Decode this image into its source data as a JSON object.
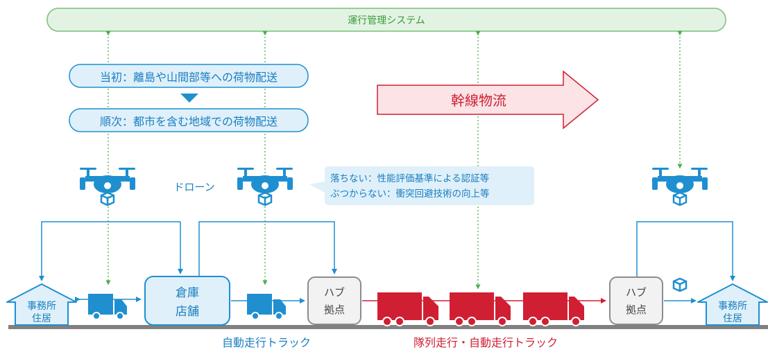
{
  "system": {
    "label": "運行管理システム"
  },
  "phases": {
    "initial": "当初：離島や山間部等への荷物配送",
    "next": "順次：都市を含む地域での荷物配送"
  },
  "trunk": {
    "label": "幹線物流"
  },
  "drone": {
    "label": "ドローン"
  },
  "safety": {
    "line1": "落ちない：性能評価基準による認証等",
    "line2": "ぶつからない：衝突回避技術の向上等"
  },
  "nodes": {
    "office_left": [
      "事務所",
      "住居"
    ],
    "warehouse": [
      "倉庫",
      "店舗"
    ],
    "hub_left": [
      "ハブ",
      "拠点"
    ],
    "hub_right": [
      "ハブ",
      "拠点"
    ],
    "office_right": [
      "事務所",
      "住居"
    ]
  },
  "captions": {
    "auto_truck": "自動走行トラック",
    "platoon_truck": "隊列走行・自動走行トラック"
  },
  "colors": {
    "green_fill": "#e3f3e3",
    "green_stroke": "#78bf78",
    "blue": "#1f8fd0",
    "blue_light": "#dff0fa",
    "red": "#d01f33",
    "red_light": "#fbe3e6",
    "gray": "#8c8c8c",
    "ground": "#808080"
  }
}
